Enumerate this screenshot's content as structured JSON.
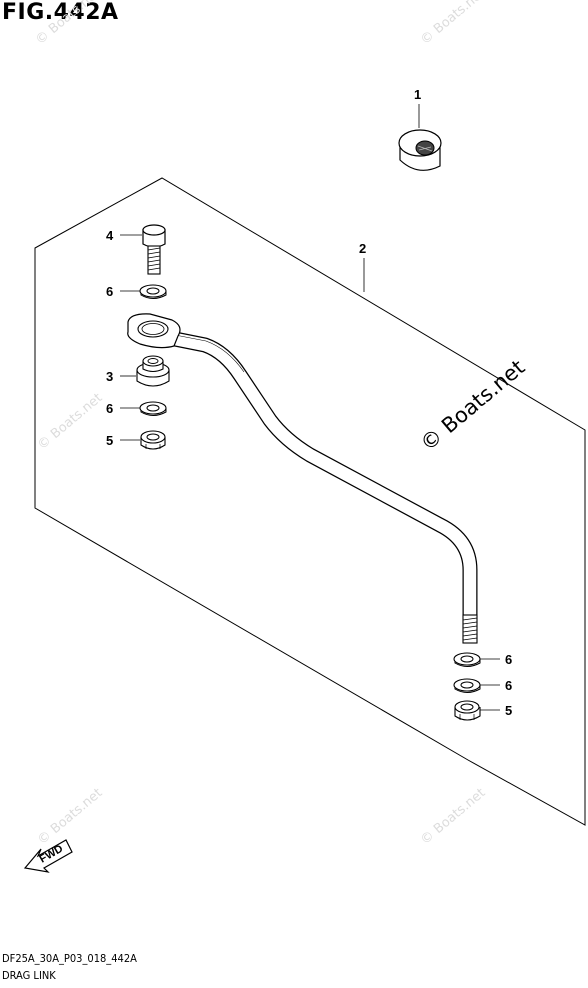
{
  "figure": {
    "title": "FIG.442A",
    "code": "DF25A_30A_P03_018_442A",
    "name": "DRAG LINK"
  },
  "callouts": [
    "1",
    "2",
    "3",
    "4",
    "5",
    "6",
    "6",
    "6",
    "5",
    "6"
  ],
  "watermark": "© Boats.net",
  "fwd_label": "FWD"
}
